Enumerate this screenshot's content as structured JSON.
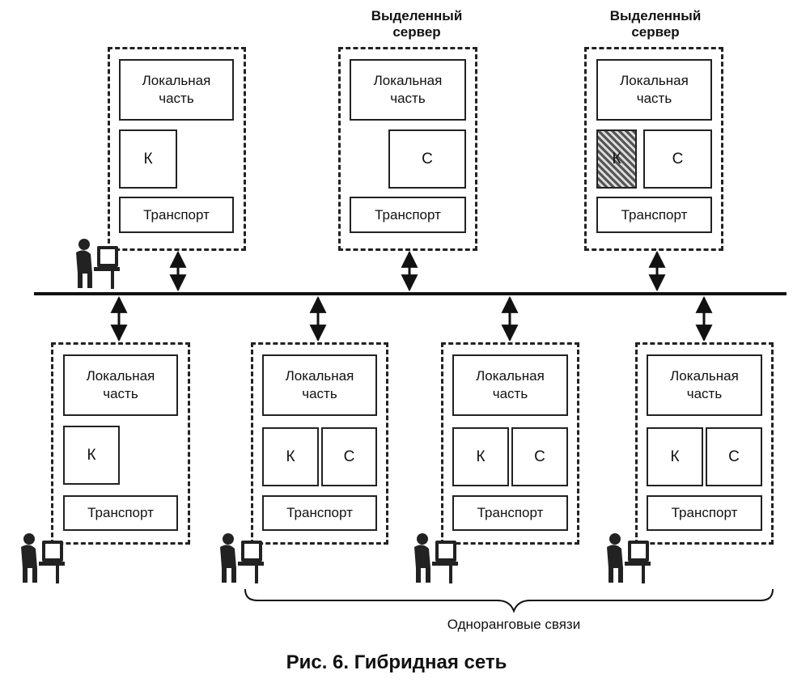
{
  "diagram": {
    "block_labels": {
      "local": "Локальная\nчасть",
      "client": "К",
      "server": "С",
      "transport": "Транспорт"
    },
    "dedicated_server_label": "Выделенный\nсервер",
    "peer_label": "Одноранговые связи",
    "caption": "Рис. 6. Гибридная сеть",
    "nodes": [
      {
        "id": "top-client"
      },
      {
        "id": "top-server-1",
        "caption": "Выделенный\nсервер"
      },
      {
        "id": "top-server-2",
        "caption": "Выделенный\nсервер"
      },
      {
        "id": "bottom-client"
      },
      {
        "id": "bottom-peer-1"
      },
      {
        "id": "bottom-peer-2"
      },
      {
        "id": "bottom-peer-3"
      }
    ]
  }
}
